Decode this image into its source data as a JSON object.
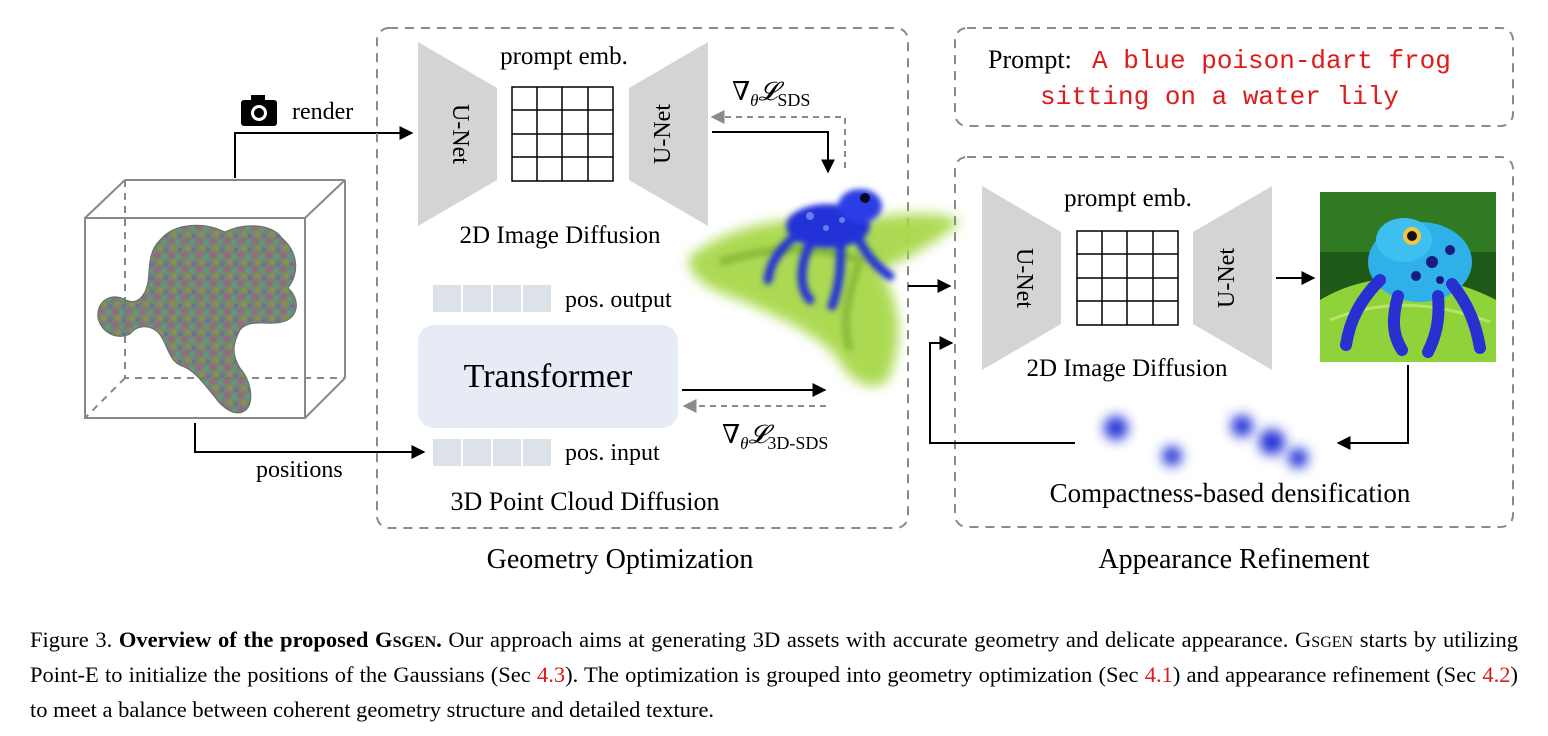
{
  "geometry": {
    "section_title": "Geometry Optimization",
    "render_label": "render",
    "positions_label": "positions",
    "unet_left": "U-Net",
    "unet_right": "U-Net",
    "prompt_emb": "prompt emb.",
    "image_diffusion": "2D Image Diffusion",
    "sds_loss": "∇θ𝓛SDS",
    "pos_output": "pos. output",
    "pos_input": "pos. input",
    "transformer": "Transformer",
    "sds3d_loss": "∇θ𝓛3D-SDS",
    "point_cloud_diffusion": "3D Point Cloud Diffusion"
  },
  "appearance": {
    "section_title": "Appearance Refinement",
    "prompt_label": "Prompt:",
    "prompt_line1": "A blue poison-dart frog",
    "prompt_line2": "sitting on a water lily",
    "unet_left": "U-Net",
    "unet_right": "U-Net",
    "prompt_emb": "prompt emb.",
    "image_diffusion": "2D Image Diffusion",
    "densification": "Compactness-based densification"
  },
  "caption": {
    "figure_label": "Figure 3.",
    "title_bold": "Overview of the proposed G",
    "title_sc": "sgen",
    "title_end": ".",
    "text1": " Our approach aims at generating 3D assets with accurate geometry and delicate appearance. G",
    "sc2": "sgen",
    "text2": " starts by utilizing Point-E to initialize the positions of the Gaussians (Sec ",
    "ref1": "4.3",
    "text3": ").  The optimization is grouped into geometry optimization (Sec ",
    "ref2": "4.1",
    "text4": ") and appearance refinement (Sec ",
    "ref3": "4.2",
    "text5": ") to meet a balance between coherent geometry structure and detailed texture."
  },
  "colors": {
    "dashed_border": "#8a8a8a",
    "unet_fill": "#d4d4d4",
    "transformer_fill": "#e6ebf5",
    "token_fill": "#dde1e8",
    "prompt_text": "#e0191b",
    "ref_text": "#d61c1c",
    "frog_blue": "#2233d8",
    "lily_green": "#a8d84a"
  }
}
